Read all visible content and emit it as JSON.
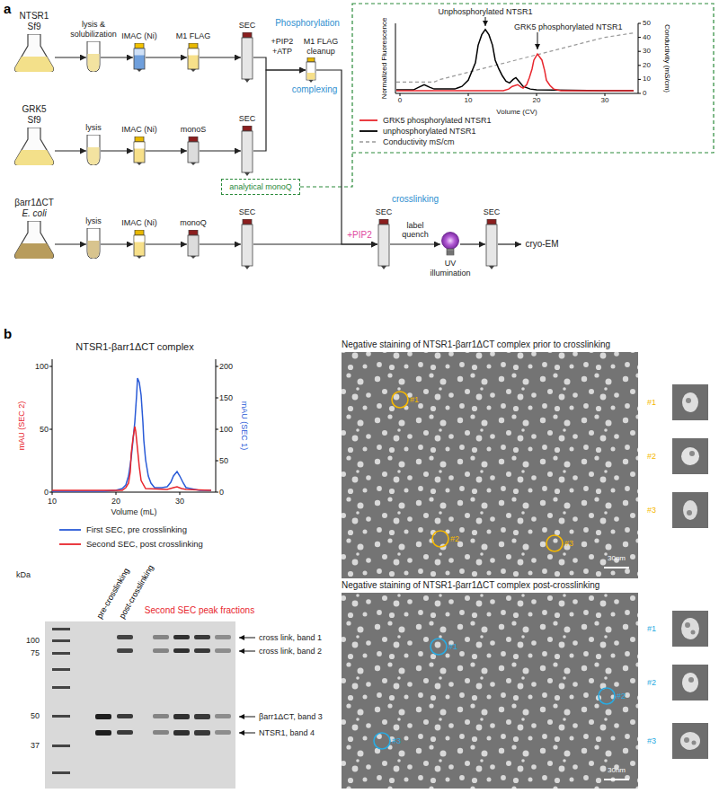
{
  "diagram": {
    "nodes": [
      {
        "text": [
          "NTSR1",
          "Sf9"
        ]
      },
      {
        "text": [
          "lysis & solubilization"
        ]
      },
      {
        "text": [
          "IMAC (Ni)"
        ]
      },
      {
        "text": [
          "M1 FLAG"
        ]
      },
      {
        "text": [
          "SEC"
        ]
      },
      {
        "text": [
          "GRK5",
          "Sf9"
        ]
      },
      {
        "text": [
          "lysis"
        ]
      },
      {
        "text": [
          "IMAC (Ni)"
        ]
      },
      {
        "text": [
          "monoS"
        ]
      },
      {
        "text": [
          "SEC"
        ]
      },
      {
        "text": [
          "analytical monoQ"
        ]
      },
      {
        "text": [
          "βarr1ΔCT",
          "E. coli"
        ]
      },
      {
        "text": [
          "lysis"
        ]
      },
      {
        "text": [
          "IMAC (Ni)"
        ]
      },
      {
        "text": [
          "monoQ"
        ]
      },
      {
        "text": [
          "SEC"
        ]
      },
      {
        "text": [
          "Phosphorylation",
          "+PIP2 +ATP",
          "M1 FLAG cleanup"
        ]
      },
      {
        "text": [
          "SEC",
          "crosslinking"
        ]
      },
      {
        "text": [
          "UV illumination"
        ]
      },
      {
        "text": [
          "SEC"
        ]
      },
      {
        "text": [
          "cryo-EM"
        ]
      }
    ],
    "edges": [
      {
        "from": 0,
        "to": 1,
        "arrow": "to"
      },
      {
        "from": 1,
        "to": 2,
        "arrow": "to"
      },
      {
        "from": 2,
        "to": 3,
        "arrow": "to"
      },
      {
        "from": 3,
        "to": 4,
        "arrow": "to"
      },
      {
        "from": 5,
        "to": 6,
        "arrow": "to"
      },
      {
        "from": 6,
        "to": 7,
        "arrow": "to"
      },
      {
        "from": 7,
        "to": 8,
        "arrow": "to"
      },
      {
        "from": 8,
        "to": 9,
        "arrow": "to"
      },
      {
        "from": 11,
        "to": 12,
        "arrow": "to"
      },
      {
        "from": 12,
        "to": 13,
        "arrow": "to"
      },
      {
        "from": 13,
        "to": 14,
        "arrow": "to"
      },
      {
        "from": 14,
        "to": 15,
        "arrow": "to"
      },
      {
        "from": 4,
        "to": 16,
        "arrow": "to"
      },
      {
        "from": 9,
        "to": 16,
        "arrow": "to"
      },
      {
        "from": 16,
        "to": 17,
        "label": "complexing",
        "arrow": "to"
      },
      {
        "from": 15,
        "to": 17,
        "label": "+PIP2",
        "arrow": "to"
      },
      {
        "from": 17,
        "to": 18,
        "label": "label quench",
        "arrow": "to"
      },
      {
        "from": 18,
        "to": 19,
        "arrow": "to"
      },
      {
        "from": 19,
        "to": 20,
        "arrow": "to"
      }
    ],
    "labels": [
      "a",
      "Unphosphorylated NTSR1",
      "GRK5 phosphorylated NTSR1",
      "Normalized Fluorescence",
      "Conductivity (mS/cm)",
      "Volume (CV)",
      "0",
      "10",
      "20",
      "30",
      "0",
      "10",
      "20",
      "30",
      "40",
      "50",
      "b",
      "NTSR1-βarr1ΔCT complex",
      "mAU (SEC 2)",
      "mAU (SEC 1)",
      "Volume (mL)",
      "0",
      "50",
      "100",
      "0",
      "50",
      "100",
      "150",
      "200",
      "10",
      "20",
      "30",
      "kDa",
      "100",
      "75",
      "50",
      "37",
      "pre-crosslinking",
      "post-crosslinking",
      "Second SEC peak fractions",
      "cross link, band 1",
      "cross link, band 2",
      "βarr1ΔCT, band 3",
      "NTSR1, band 4",
      "Negative staining of NTSR1-βarr1ΔCT complex prior to crosslinking",
      "#1",
      "#2",
      "#3",
      "#1",
      "#2",
      "#3",
      "30nm",
      "Negative staining of NTSR1-βarr1ΔCT complex post-crosslinking",
      "#1",
      "#2",
      "#3",
      "#1",
      "#2",
      "#3",
      "30nm"
    ],
    "legend": [
      {
        "text": "GRK5 phosphorylated NTSR1"
      },
      {
        "text": "unphosphorylated NTSR1"
      },
      {
        "text": "Conductivity mS/cm"
      },
      {
        "text": "First SEC, pre crosslinking"
      },
      {
        "text": "Second SEC, post crosslinking"
      }
    ]
  }
}
